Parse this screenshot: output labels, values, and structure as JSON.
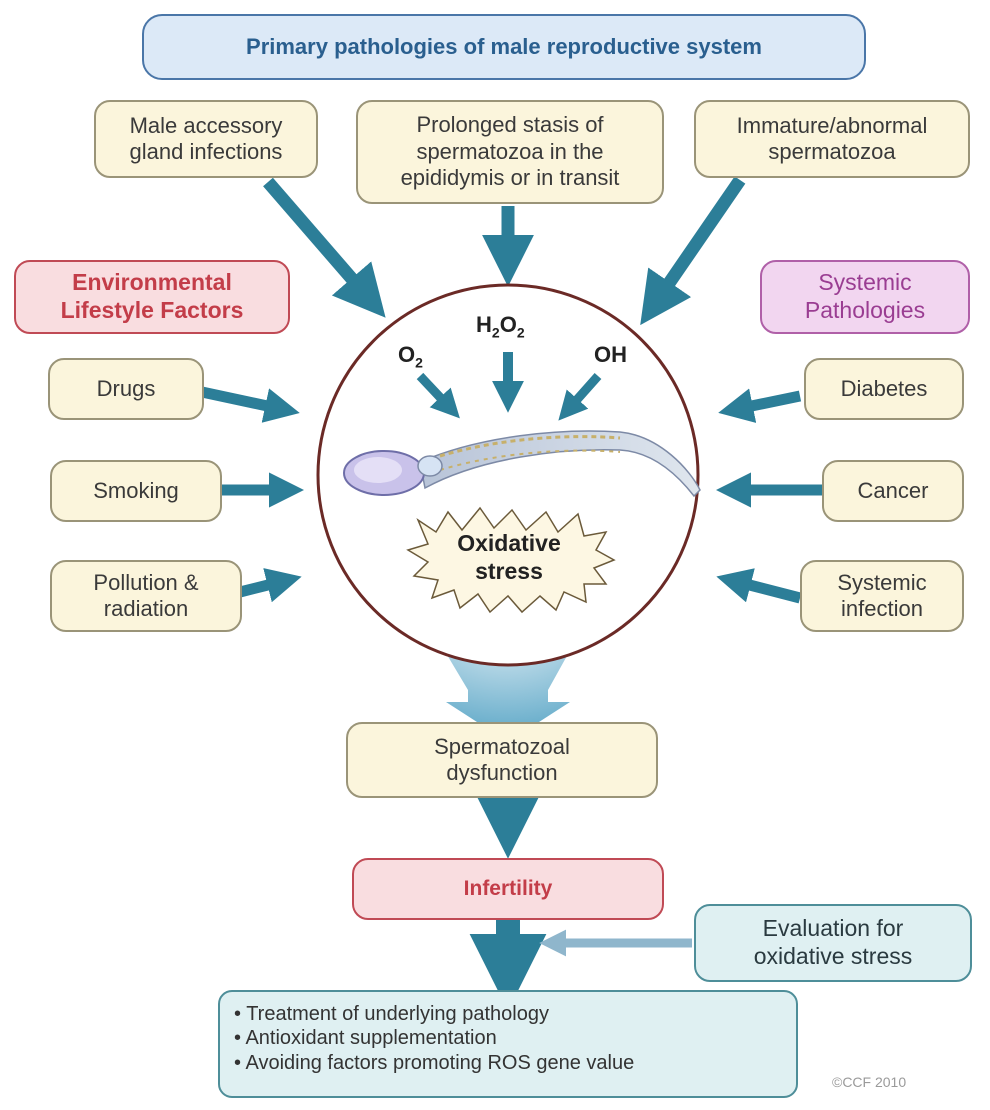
{
  "title": "Primary pathologies of male reproductive system",
  "primary_causes": [
    "Male accessory gland infections",
    "Prolonged stasis of spermatozoa in the epididymis or in transit",
    "Immature/abnormal spermatozoa"
  ],
  "left_group": {
    "heading": "Environmental Lifestyle Factors",
    "items": [
      "Drugs",
      "Smoking",
      "Pollution & radiation"
    ]
  },
  "right_group": {
    "heading": "Systemic Pathologies",
    "items": [
      "Diabetes",
      "Cancer",
      "Systemic infection"
    ]
  },
  "species": {
    "o2": "O",
    "o2_sub": "2",
    "h2o2_a": "H",
    "h2o2_sub1": "2",
    "h2o2_b": "O",
    "h2o2_sub2": "2",
    "oh": "OH"
  },
  "center": "Oxidative stress",
  "flow": {
    "dysfunction": "Spermatozoal dysfunction",
    "infertility": "Infertility",
    "evaluation": "Evaluation for oxidative stress"
  },
  "treatments": [
    "Treatment of underlying pathology",
    "Antioxidant supplementation",
    "Avoiding factors promoting ROS gene value"
  ],
  "copyright": "©CCF 2010",
  "colors": {
    "arrow": "#2c7e98",
    "arrow_light": "#4aa3c2",
    "title_blue": "#2a5f8f",
    "red": "#c33d49",
    "purple": "#9a3d92"
  }
}
